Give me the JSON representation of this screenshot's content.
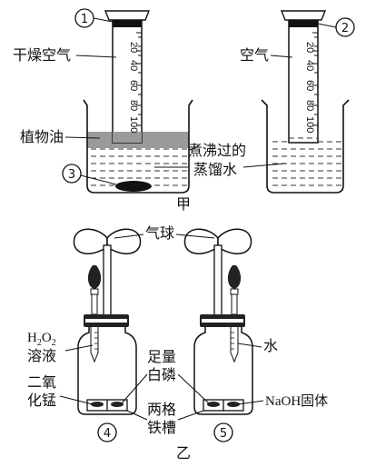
{
  "part_a": {
    "caption": "甲",
    "marker_1": "1",
    "marker_2": "2",
    "marker_3": "3",
    "label_dry_air": "干燥空气",
    "label_air": "空气",
    "label_vegetable_oil": "植物油",
    "label_boiled_water_line1": "煮沸过的",
    "label_boiled_water_line2": "蒸馏水",
    "tick_labels": [
      "20",
      "40",
      "60",
      "80",
      "100"
    ]
  },
  "part_b": {
    "caption": "乙",
    "marker_4": "4",
    "marker_5": "5",
    "label_balloon": "气球",
    "label_h2o2": "H",
    "label_h2o2_sub1": "2",
    "label_h2o2_mid": "O",
    "label_h2o2_sub2": "2",
    "label_solution": "溶液",
    "label_mno2_line1": "二氧",
    "label_mno2_line2": "化锰",
    "label_white_p_line1": "足量",
    "label_white_p_line2": "白磷",
    "label_trough_line1": "两格",
    "label_trough_line2": "铁槽",
    "label_water": "水",
    "label_naoh": "NaOH固体"
  }
}
